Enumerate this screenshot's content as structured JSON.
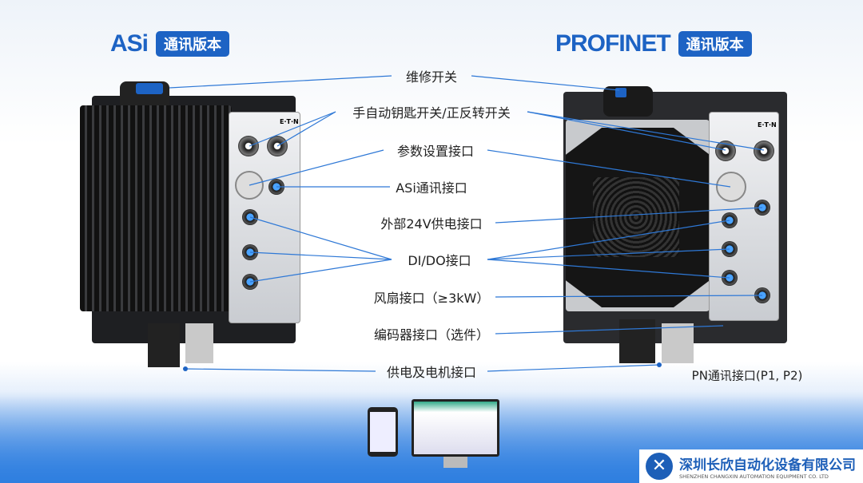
{
  "left_title": {
    "name": "ASi",
    "badge": "通讯版本"
  },
  "right_title": {
    "name": "PROFINET",
    "badge": "通讯版本"
  },
  "labels": [
    "维修开关",
    "手自动钥匙开关/正反转开关",
    "参数设置接口",
    "ASi通讯接口",
    "外部24V供电接口",
    "DI/DO接口",
    "风扇接口（≥3kW）",
    "编码器接口（选件）",
    "供电及电机接口"
  ],
  "pn_label": "PN通讯接口(P1, P2)",
  "brand_mark": "E·T·N",
  "company": {
    "name_cn": "深圳长欣自动化设备有限公司",
    "name_en": "SHENZHEN CHANGXIN AUTOMATION EQUIPMENT CO. LTD"
  },
  "colors": {
    "accent": "#1d63c4",
    "line": "#2e78d6"
  }
}
